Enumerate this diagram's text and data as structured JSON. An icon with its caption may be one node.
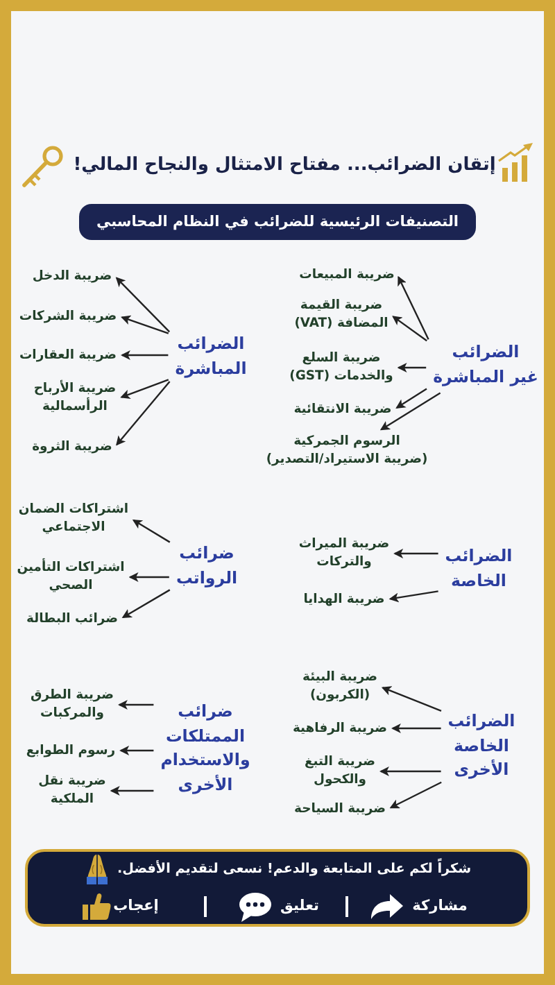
{
  "diagram": {
    "title": "إتقان الضرائب... مفتاح الامتثال والنجاح المالي!",
    "nodes": [
      {
        "text": [
          "التصنيفات الرئيسية للضرائب في النظام المحاسبي"
        ]
      },
      {
        "text": [
          "الضرائب غير المباشرة"
        ]
      },
      {
        "text": [
          "ضريبة المبيعات"
        ]
      },
      {
        "text": [
          "ضريبة القيمة المضافة (VAT)"
        ]
      },
      {
        "text": [
          "ضريبة السلع والخدمات (GST)"
        ]
      },
      {
        "text": [
          "ضريبة الانتقائية"
        ]
      },
      {
        "text": [
          "الرسوم الجمركية (ضريبة الاستيراد/التصدير)"
        ]
      },
      {
        "text": [
          "الضرائب المباشرة"
        ]
      },
      {
        "text": [
          "ضريبة الدخل"
        ]
      },
      {
        "text": [
          "ضريبة الشركات"
        ]
      },
      {
        "text": [
          "ضريبة العقارات"
        ]
      },
      {
        "text": [
          "ضريبة الأرباح الرأسمالية"
        ]
      },
      {
        "text": [
          "ضريبة الثروة"
        ]
      },
      {
        "text": [
          "الضرائب الخاصة"
        ]
      },
      {
        "text": [
          "ضريبة الميراث والتركات"
        ]
      },
      {
        "text": [
          "ضريبة الهدايا"
        ]
      },
      {
        "text": [
          "ضرائب الرواتب"
        ]
      },
      {
        "text": [
          "اشتراكات الضمان الاجتماعي"
        ]
      },
      {
        "text": [
          "اشتراكات التأمين الصحي"
        ]
      },
      {
        "text": [
          "ضرائب البطالة"
        ]
      },
      {
        "text": [
          "الضرائب الخاصة الأخرى"
        ]
      },
      {
        "text": [
          "ضريبة البيئة (الكربون)"
        ]
      },
      {
        "text": [
          "ضريبة الرفاهية"
        ]
      },
      {
        "text": [
          "ضريبة التبغ والكحول"
        ]
      },
      {
        "text": [
          "ضريبة السياحة"
        ]
      },
      {
        "text": [
          "ضرائب الممتلكات والاستخدام الأخرى"
        ]
      },
      {
        "text": [
          "ضريبة الطرق والمركبات"
        ]
      },
      {
        "text": [
          "رسوم الطوابع"
        ]
      },
      {
        "text": [
          "ضريبة نقل الملكية"
        ]
      },
      {
        "text": [
          "شكراً لكم على المتابعة والدعم! نسعى لتقديم الأفضل.",
          "مشاركة",
          "تعليق",
          "إعجاب"
        ]
      }
    ],
    "edges": [
      {
        "from": 1,
        "to": 2,
        "arrow": "to"
      },
      {
        "from": 1,
        "to": 3,
        "arrow": "to"
      },
      {
        "from": 1,
        "to": 4,
        "arrow": "to"
      },
      {
        "from": 1,
        "to": 5,
        "arrow": "to"
      },
      {
        "from": 1,
        "to": 6,
        "arrow": "to"
      },
      {
        "from": 7,
        "to": 8,
        "arrow": "to"
      },
      {
        "from": 7,
        "to": 9,
        "arrow": "to"
      },
      {
        "from": 7,
        "to": 10,
        "arrow": "to"
      },
      {
        "from": 7,
        "to": 11,
        "arrow": "to"
      },
      {
        "from": 7,
        "to": 12,
        "arrow": "to"
      },
      {
        "from": 13,
        "to": 14,
        "arrow": "to"
      },
      {
        "from": 13,
        "to": 15,
        "arrow": "to"
      },
      {
        "from": 16,
        "to": 17,
        "arrow": "to"
      },
      {
        "from": 16,
        "to": 18,
        "arrow": "to"
      },
      {
        "from": 16,
        "to": 19,
        "arrow": "to"
      },
      {
        "from": 20,
        "to": 21,
        "arrow": "to"
      },
      {
        "from": 20,
        "to": 22,
        "arrow": "to"
      },
      {
        "from": 20,
        "to": 23,
        "arrow": "to"
      },
      {
        "from": 20,
        "to": 24,
        "arrow": "to"
      },
      {
        "from": 25,
        "to": 26,
        "arrow": "to"
      },
      {
        "from": 25,
        "to": 27,
        "arrow": "to"
      },
      {
        "from": 25,
        "to": 28,
        "arrow": "to"
      }
    ]
  }
}
